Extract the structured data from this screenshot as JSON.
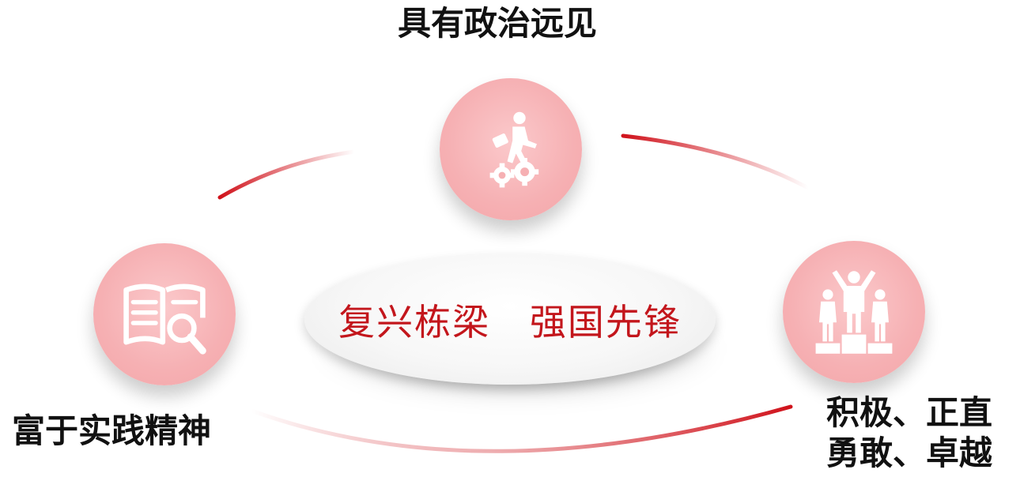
{
  "center_slogan": "复兴栋梁   强国先锋",
  "nodes": {
    "top": {
      "label": "具有政治远见",
      "icon": "businessman-climbing-gears-icon"
    },
    "left": {
      "label": "富于实践精神",
      "icon": "open-book-magnifier-icon"
    },
    "right": {
      "label_line1": "积极、正直",
      "label_line2": "勇敢、卓越",
      "icon": "winners-podium-icon"
    }
  },
  "colors": {
    "accent": "#c3161c",
    "node_fill": "#f6b0b3",
    "icon": "#ffffff"
  }
}
